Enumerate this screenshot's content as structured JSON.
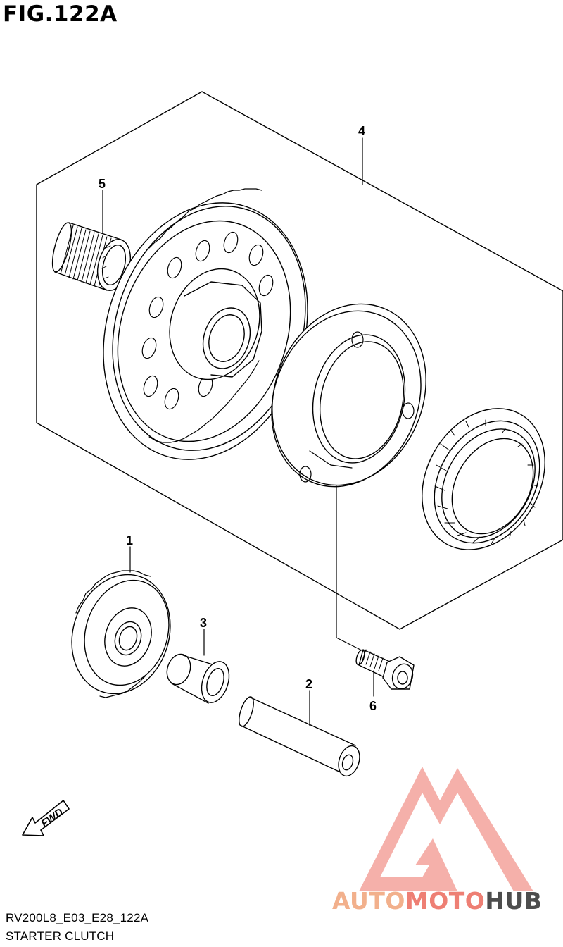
{
  "figure": {
    "title": "FIG.122A",
    "code": "RV200L8_E03_E28_122A",
    "caption": "STARTER CLUTCH"
  },
  "callouts": {
    "p1": "1",
    "p2": "2",
    "p3": "3",
    "p4": "4",
    "p5": "5",
    "p6": "6"
  },
  "fwd_label": "FWD",
  "watermark": {
    "part1": "AUTO",
    "part2": "MOTO",
    "part3": "HUB",
    "colors": {
      "auto": "#f2b08c",
      "moto": "#ee7f74",
      "hub": "#4d4d4d",
      "logo": "#f08a86"
    }
  },
  "icons": [
    "fwd-arrow-icon",
    "automotohub-logo-icon"
  ]
}
